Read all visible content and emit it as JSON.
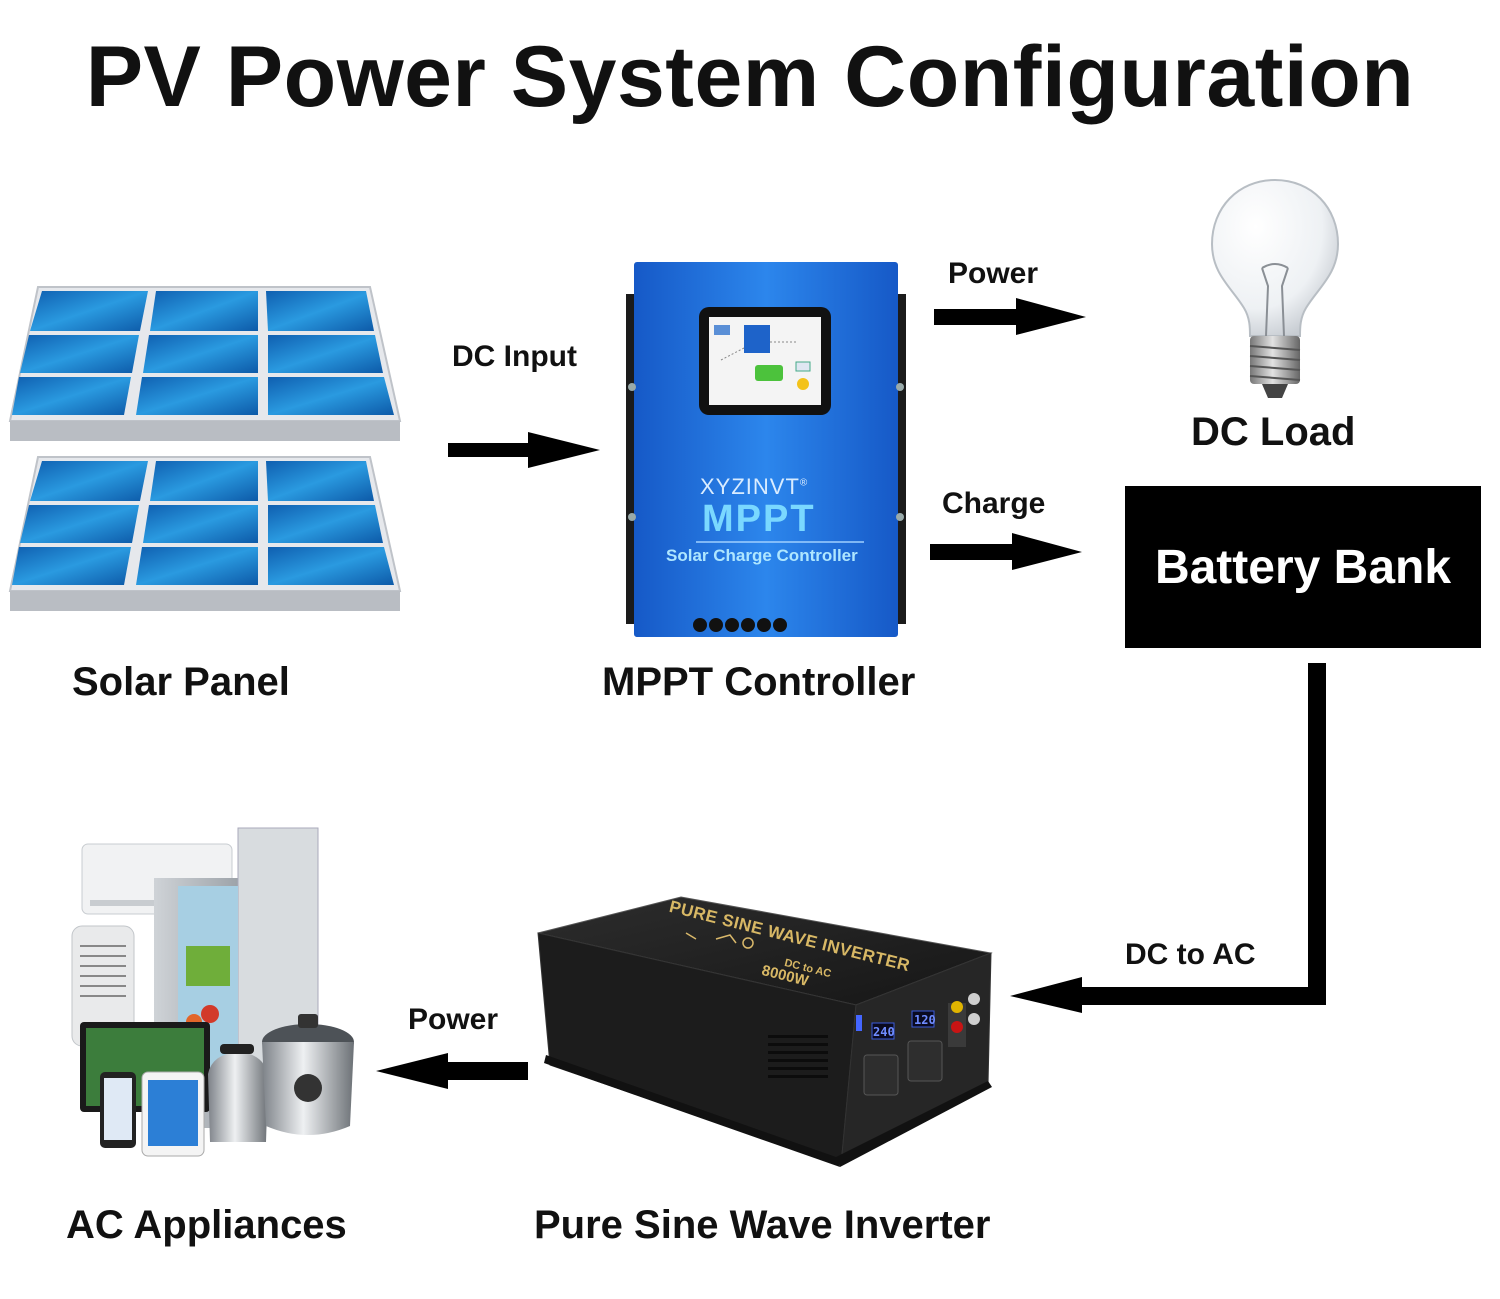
{
  "title": "PV Power System Configuration",
  "components": {
    "solar_panel": "Solar Panel",
    "mppt_controller": "MPPT Controller",
    "dc_load": "DC Load",
    "battery_bank": "Battery Bank",
    "inverter": "Pure Sine Wave Inverter",
    "ac_appliances": "AC Appliances"
  },
  "flows": {
    "dc_input": "DC Input",
    "power_to_load": "Power",
    "charge": "Charge",
    "dc_to_ac": "DC to AC",
    "power_to_appliances": "Power"
  },
  "device_text": {
    "brand": "XYZINVT",
    "brand_mark": "®",
    "mppt": "MPPT",
    "controller_subtitle": "Solar Charge Controller",
    "inverter_name": "PURE SINE WAVE INVERTER",
    "inverter_dc_ac": "DC to AC",
    "inverter_power": "8000W",
    "display_input": "240",
    "display_output": "120"
  },
  "colors": {
    "controller_blue": "#1e6fd9",
    "panel_blue": "#1a84d0",
    "battery_black": "#000000"
  }
}
